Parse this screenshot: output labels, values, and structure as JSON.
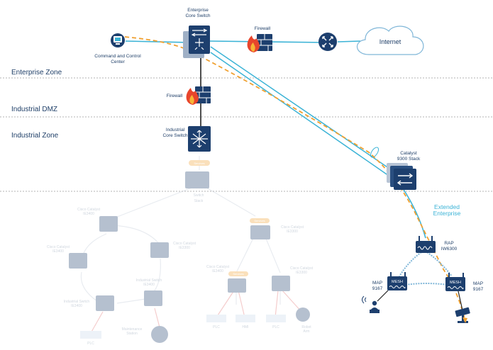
{
  "zones": {
    "enterprise": "Enterprise Zone",
    "dmz": "Industrial DMZ",
    "industrial": "Industrial Zone"
  },
  "devices": {
    "enterprise_core_switch": [
      "Enterprise",
      "Core Switch"
    ],
    "firewall_top": "Firewall",
    "firewall_dmz": "Firewall",
    "internet": "Internet",
    "command_center": [
      "Command and  Control",
      "Center"
    ],
    "industrial_core_switch": [
      "Industrial",
      "Core Switch"
    ],
    "catalyst_stack": [
      "Catalyst",
      "9300 Stack"
    ],
    "extended_enterprise": [
      "Extended",
      "Enterprise"
    ],
    "rap": [
      "RAP",
      "IW6300"
    ],
    "map_left": [
      "MAP",
      "9167"
    ],
    "map_right": [
      "MAP",
      "9167"
    ],
    "mesh_label": "MESH"
  },
  "faded": {
    "switch_stack": [
      "Switch",
      "Stack"
    ],
    "pill": "Services",
    "cisco_ie3400": [
      "Cisco Catalyst",
      "IE3400"
    ],
    "cisco_ie3300": [
      "Cisco Catalyst",
      "IE3300"
    ],
    "industrial_switch": [
      "Industrial Switch",
      "IE3400"
    ],
    "maintenance": [
      "Maintenance",
      "Station"
    ],
    "plc": "PLC",
    "hmi": "HMI",
    "robot": [
      "Robot",
      "Arm"
    ]
  },
  "colors": {
    "navy": "#1d3f6e",
    "cyan": "#3bb3d6",
    "orange": "#f0a030",
    "firewall_red": "#e8452c",
    "zone_line": "#b0b0b0",
    "zone_text": "#1f3f68"
  }
}
